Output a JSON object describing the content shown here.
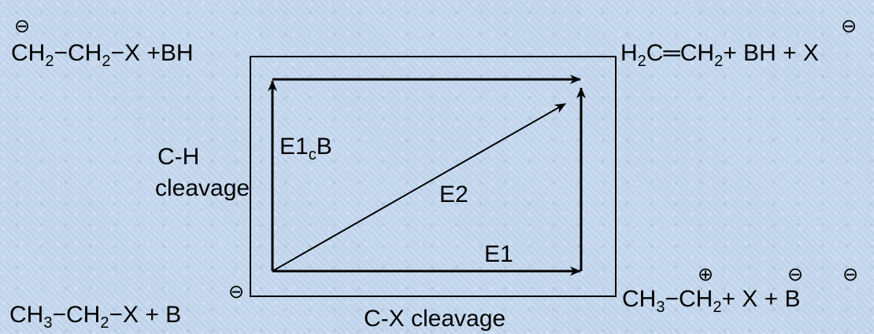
{
  "corner_top_left": {
    "charge": "⊖",
    "parts": [
      "CH",
      "2",
      "−CH",
      "2",
      "−X +BH"
    ]
  },
  "corner_top_right": {
    "parts": [
      "H",
      "2",
      "C",
      "═",
      "CH",
      "2",
      "+  BH + X"
    ],
    "charge": "⊖"
  },
  "corner_bottom_left": {
    "parts": [
      "CH",
      "3",
      "−CH",
      "2",
      "−X +  B"
    ],
    "charge": "⊖"
  },
  "corner_bottom_right": {
    "parts": [
      "CH",
      "3",
      "−CH",
      "2",
      "+  X",
      " +  B"
    ],
    "cation_charge": "⊕",
    "x_charge": "⊖",
    "b_charge": "⊖"
  },
  "axis_labels": {
    "left_line1": "C-H",
    "left_line2": "cleavage",
    "bottom": "C-X cleavage"
  },
  "pathways": {
    "e1cb_main": "E1",
    "e1cb_sub": "c",
    "e1cb_tail": "B",
    "e2": "E2",
    "e1": "E1"
  },
  "colors": {
    "background": "#c5d9ef",
    "ink": "#000000"
  }
}
